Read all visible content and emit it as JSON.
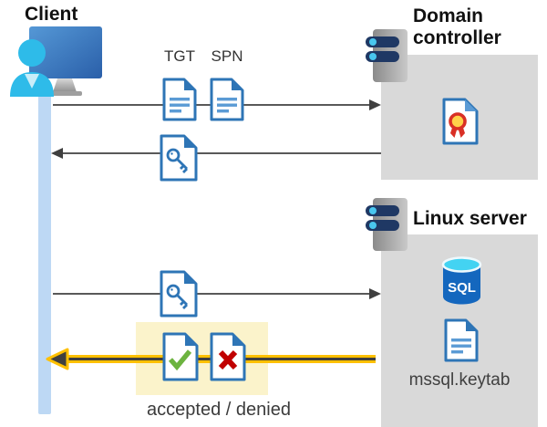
{
  "client": {
    "label": "Client"
  },
  "domain_controller": {
    "label": "Domain controller"
  },
  "linux_server": {
    "label": "Linux server",
    "keytab_file": "mssql.keytab"
  },
  "flow": {
    "tgt_label": "TGT",
    "spn_label": "SPN",
    "sql_label": "SQL",
    "result_label": "accepted / denied"
  },
  "icons": {
    "client": "person-at-monitor",
    "server": "server-chassis",
    "ticket_document": "blue-text-document",
    "key_document": "document-with-key",
    "certificate": "document-with-rosette-seal",
    "database": "sql-database-cylinder",
    "accepted": "document-with-green-check",
    "denied": "document-with-red-x"
  },
  "colors": {
    "accent_blue": "#2e75b6",
    "doc_line_blue": "#5b9bd5",
    "lifeline_blue": "#bdd8f4",
    "box_gray": "#d9d9d9",
    "arrow_gray": "#595959",
    "highlight_yellow": "#fbf3cb",
    "arrow_yellow": "#ffc000",
    "accepted_green": "#6cb33f",
    "denied_red": "#c00000",
    "sql_body_blue": "#1467be",
    "sql_top_cyan": "#43d3f2"
  }
}
